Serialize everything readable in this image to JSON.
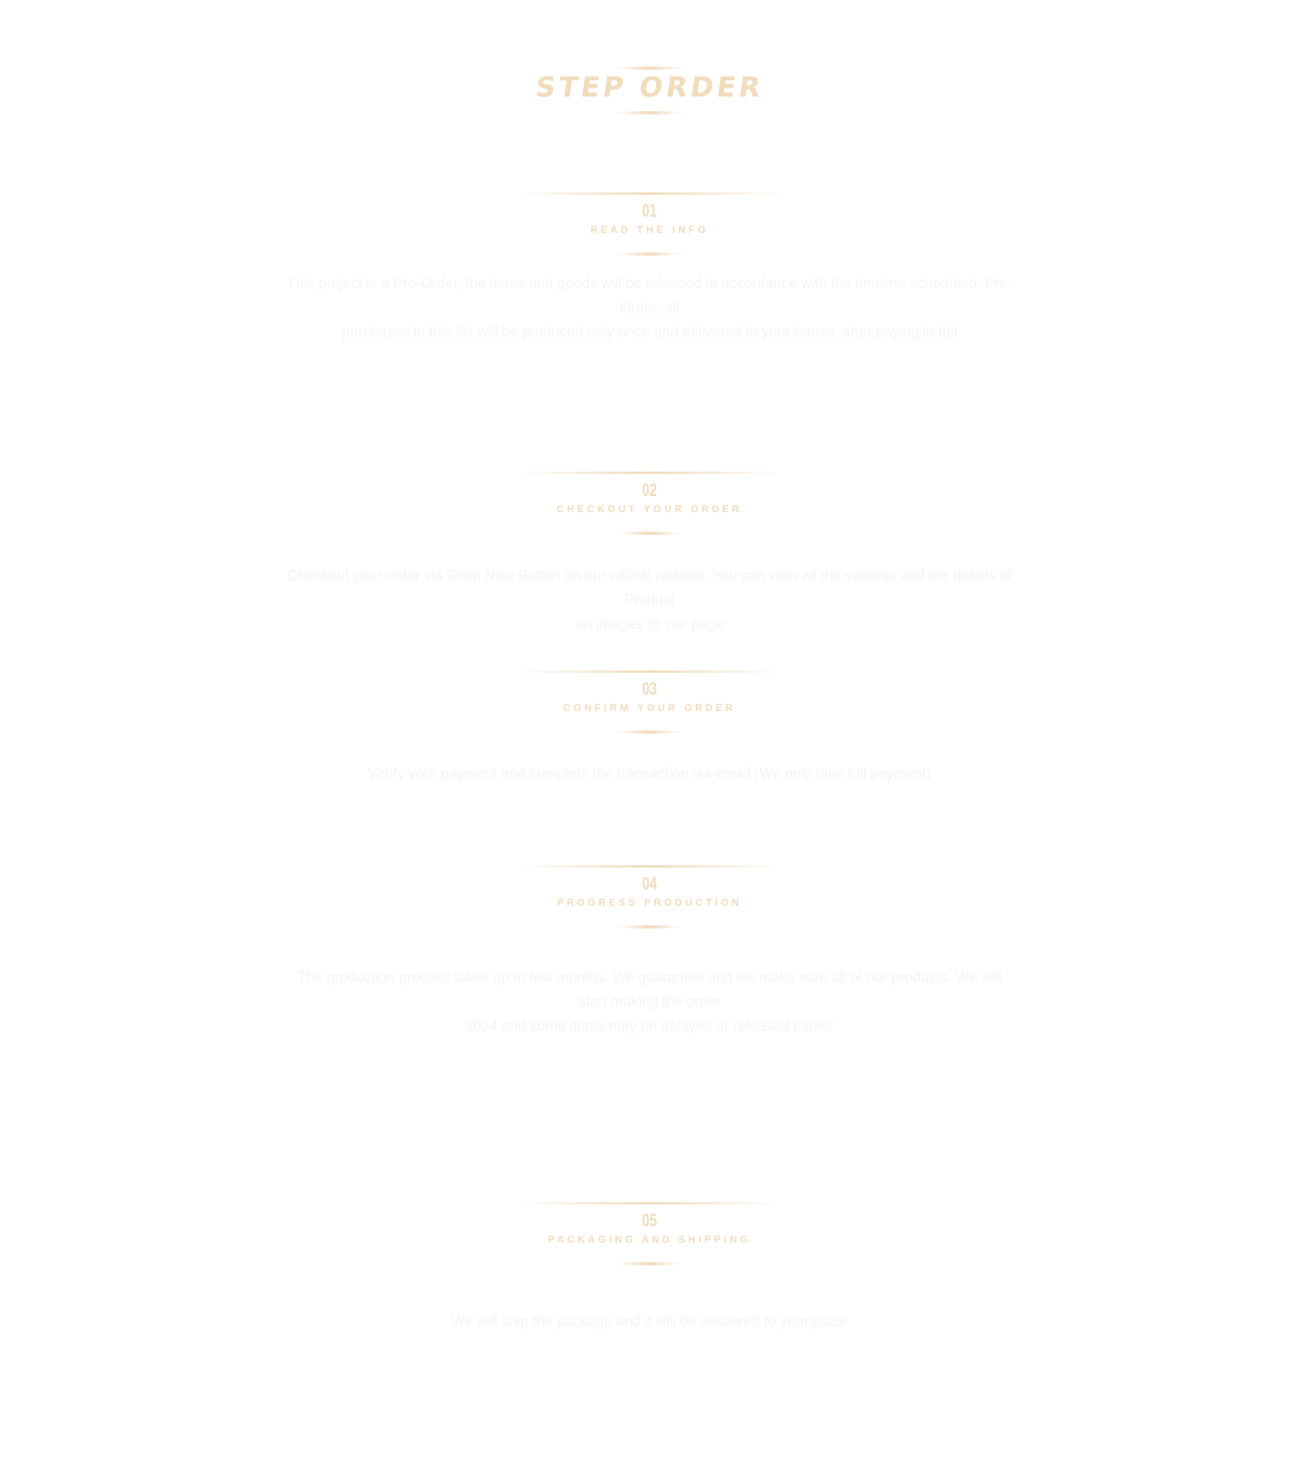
{
  "page": {
    "title": "STEP ORDER",
    "accent": "#f1dcbc",
    "text_color": "#f4f4f4"
  },
  "steps": [
    {
      "number": "01",
      "label": "READ THE INFO",
      "lines": [
        "This project is a Pre-Order, the items and goods will be released in accordance with the timeline scheduled. Pre-Order, all",
        "purchases in this list will be produced only once and delivered to your house, after paying in full"
      ]
    },
    {
      "number": "02",
      "label": "CHECKOUT YOUR ORDER",
      "lines": [
        "Checkout your order via Shop Now Button on our official website. You can view all the variants and the details of Product",
        "on images @ our page"
      ]
    },
    {
      "number": "03",
      "label": "CONFIRM YOUR ORDER",
      "lines": [
        "Verify your payment and complete the transaction via email (We only take full payment)"
      ]
    },
    {
      "number": "04",
      "label": "PROGRESS PRODUCTION",
      "lines": [
        "The production process takes up to few months. We guarantee and we make sure all of our products. We will start making the order",
        "2024 and some items may be delayed or released earlier"
      ]
    },
    {
      "number": "05",
      "label": "PACKAGING AND SHIPPING",
      "lines": [
        "We will ship the package and it will be delivered to your place"
      ]
    }
  ]
}
